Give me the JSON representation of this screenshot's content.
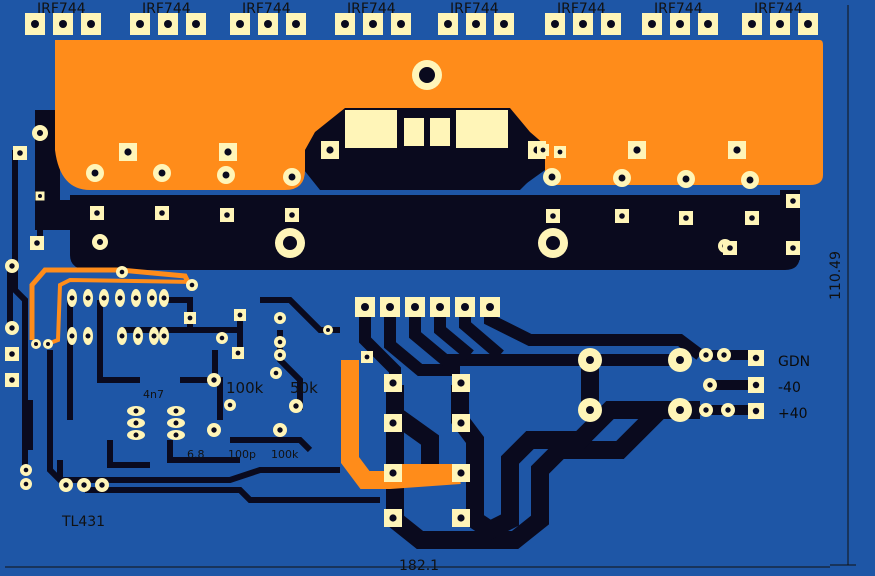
{
  "board": {
    "colors": {
      "board": "#1e56a6",
      "trace": "#0a0a1e",
      "copper_top": "#ff8c1a",
      "pad": "#fff5b8",
      "hole": "#0a0a1e",
      "silk": "#111111"
    },
    "mosfet_label": "IRF744",
    "mosfet_count": 8,
    "dim_width": "182.1",
    "dim_height": "110.49",
    "part_values": {
      "v100k": "100k",
      "v50k": "50k",
      "v68": "6.8",
      "v100p": "100p",
      "v100k_small": "100k",
      "v4n7": "4n7"
    },
    "regulator": "TL431",
    "connectors": {
      "gnd": "GDN",
      "neg": "-40",
      "pos": "+40"
    }
  }
}
